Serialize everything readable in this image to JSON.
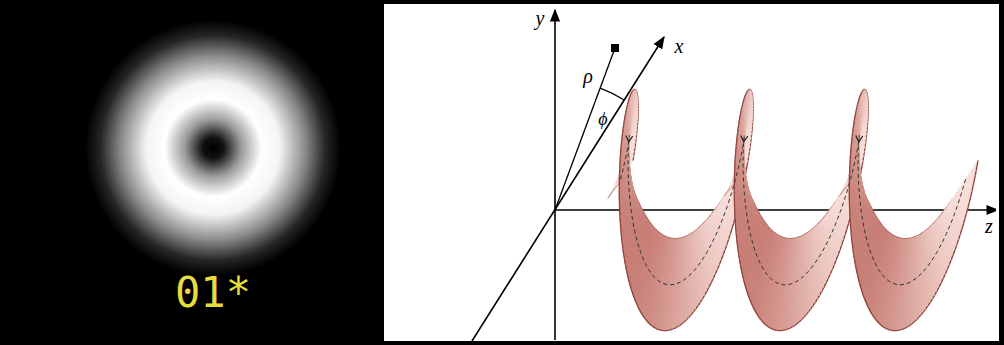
{
  "diagram": {
    "labels": [
      "01*",
      "y",
      "ρ",
      "x",
      "ϕ",
      "z"
    ]
  }
}
